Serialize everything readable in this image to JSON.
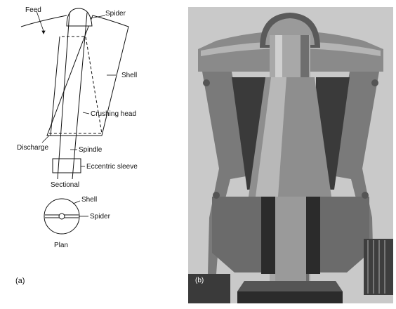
{
  "panel_a": {
    "sectional_labels": {
      "feed": "Feed",
      "spider": "Spider",
      "shell": "Shell",
      "crushing_head": "Crushing head",
      "discharge": "Discharge",
      "spindle": "Spindle",
      "eccentric_sleeve": "Eccentric sleeve"
    },
    "sectional_caption": "Sectional",
    "plan_labels": {
      "shell": "Shell",
      "spider": "Spider"
    },
    "plan_caption": "Plan",
    "panel_letter": "(a)"
  },
  "panel_b": {
    "panel_letter": "(b)"
  },
  "colors": {
    "line": "#111111",
    "photo_background": "#c9c9c9",
    "photo_dark": "#2b2b2b",
    "photo_mid": "#7a7a7a",
    "photo_light": "#b5b5b5"
  }
}
